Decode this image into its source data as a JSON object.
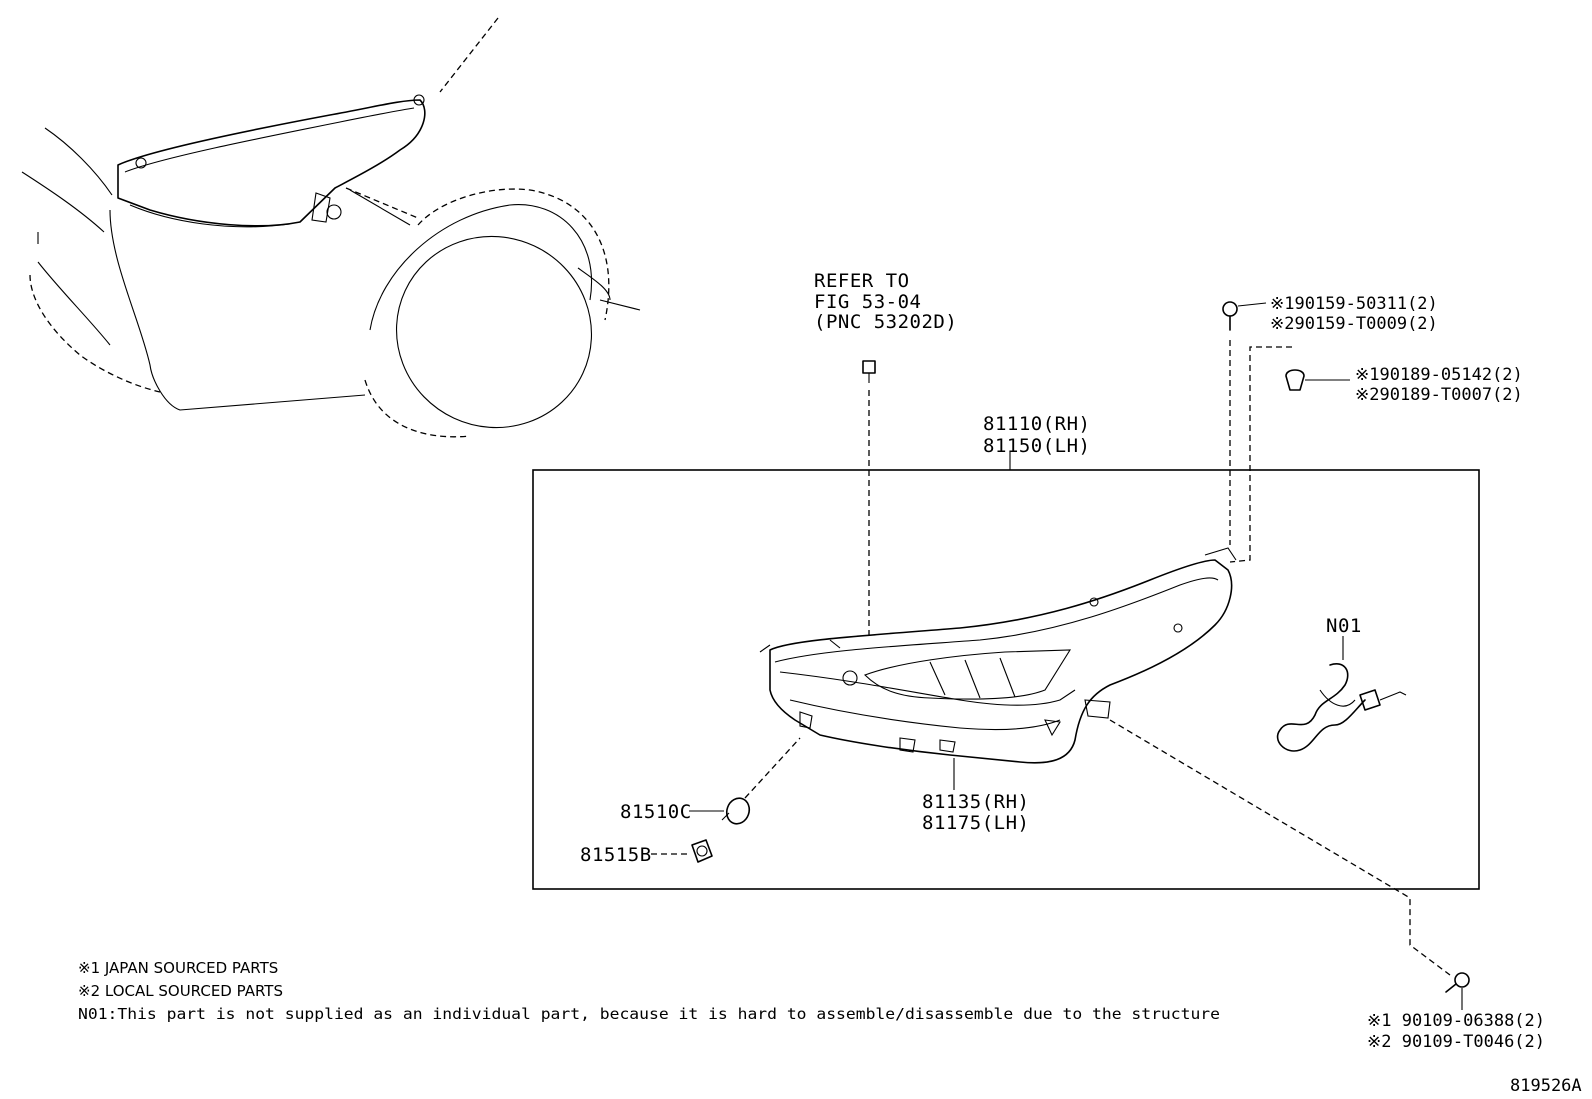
{
  "refer": {
    "line1": "REFER TO",
    "line2": "FIG 53-04",
    "line3": "(PNC 53202D)"
  },
  "parts": {
    "headlamp_rh": "81110(RH)",
    "headlamp_lh": "81150(LH)",
    "housing_rh": "81135(RH)",
    "housing_lh": "81175(LH)",
    "bulb": "81510C",
    "socket": "81515B",
    "harness": "N01"
  },
  "fasteners": {
    "bolt_top_1": "※190159-50311(2)",
    "bolt_top_2": "※290159-T0009(2)",
    "nut_1": "※190189-05142(2)",
    "nut_2": "※290189-T0007(2)",
    "bolt_bottom_1": "※1 90109-06388(2)",
    "bolt_bottom_2": "※2 90109-T0046(2)"
  },
  "notes": {
    "note1": "※1 JAPAN SOURCED PARTS",
    "note2": "※2 LOCAL SOURCED PARTS",
    "note3": "N01:This part is not supplied as an individual part, because it is hard to assemble/disassemble due to the structure"
  },
  "figure_id": "819526A"
}
